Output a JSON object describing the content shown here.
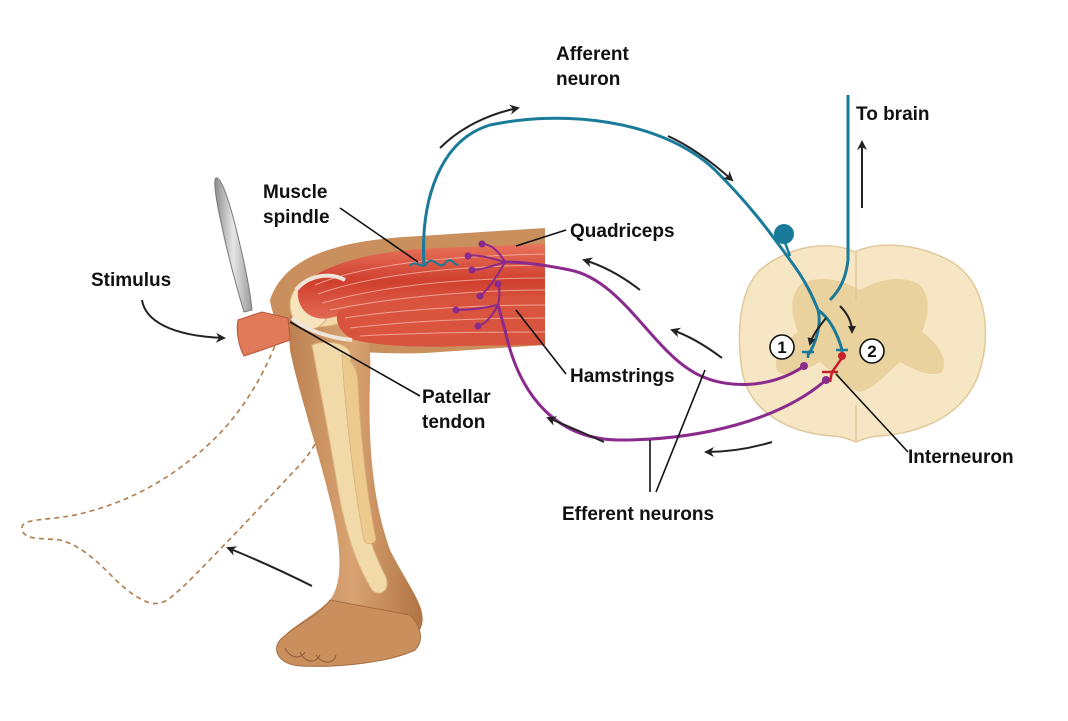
{
  "labels": {
    "afferent_line1": "Afferent",
    "afferent_line2": "neuron",
    "to_brain": "To brain",
    "muscle_spindle_line1": "Muscle",
    "muscle_spindle_line2": "spindle",
    "stimulus": "Stimulus",
    "quadriceps": "Quadriceps",
    "hamstrings": "Hamstrings",
    "patellar_line1": "Patellar",
    "patellar_line2": "tendon",
    "interneuron": "Interneuron",
    "efferent": "Efferent neurons",
    "marker_1": "1",
    "marker_2": "2"
  },
  "colors": {
    "afferent": "#1a7a99",
    "efferent": "#8a2a8c",
    "interneuron": "#c4202b",
    "muscle": "#d9523f",
    "bone": "#f2d9a8",
    "skin": "#c98f5c",
    "spinal_cord": "#f6e6c4",
    "gray_matter": "#e8cf9a",
    "hammer_head": "#e07a58",
    "hammer_handle": "#bfbfbf",
    "dashed_leg": "#b07a4a"
  }
}
